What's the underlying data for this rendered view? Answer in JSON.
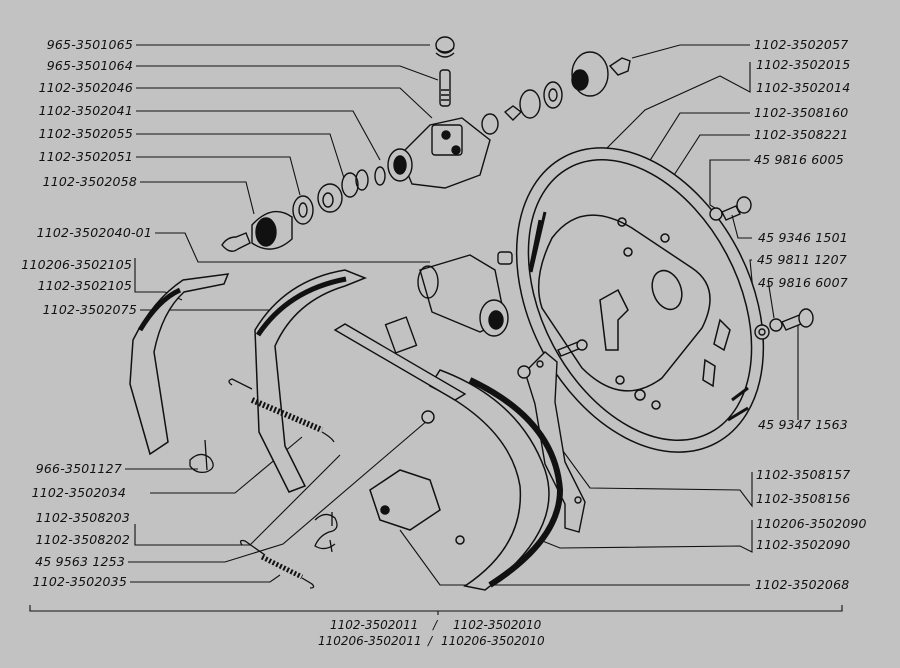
{
  "diagram": {
    "type": "exploded-parts-diagram",
    "subject": "rear drum brake assembly",
    "left_labels": [
      "965-3501065",
      "965-3501064",
      "1102-3502046",
      "1102-3502041",
      "1102-3502055",
      "1102-3502051",
      "1102-3502058",
      "1102-3502040-01",
      "110206-3502105",
      "1102-3502105",
      "1102-3502075",
      "966-3501127",
      "1102-3502034",
      "1102-3508203",
      "1102-3508202",
      "45 9563 1253",
      "1102-3502035"
    ],
    "right_labels": [
      "1102-3502057",
      "1102-3502015",
      "1102-3502014",
      "1102-3508160",
      "1102-3508221",
      "45 9816 6005",
      "45 9346 1501",
      "45 9811 1207",
      "45 9816 6007",
      "45 9347 1563",
      "1102-3508157",
      "1102-3508156",
      "110206-3502090",
      "1102-3502090",
      "1102-3502068"
    ],
    "footer": {
      "row1_left": "1102-3502011",
      "row1_sep": "/",
      "row1_right": "1102-3502010",
      "row2_left": "110206-3502011",
      "row2_sep": "/",
      "row2_right": "110206-3502010"
    }
  }
}
